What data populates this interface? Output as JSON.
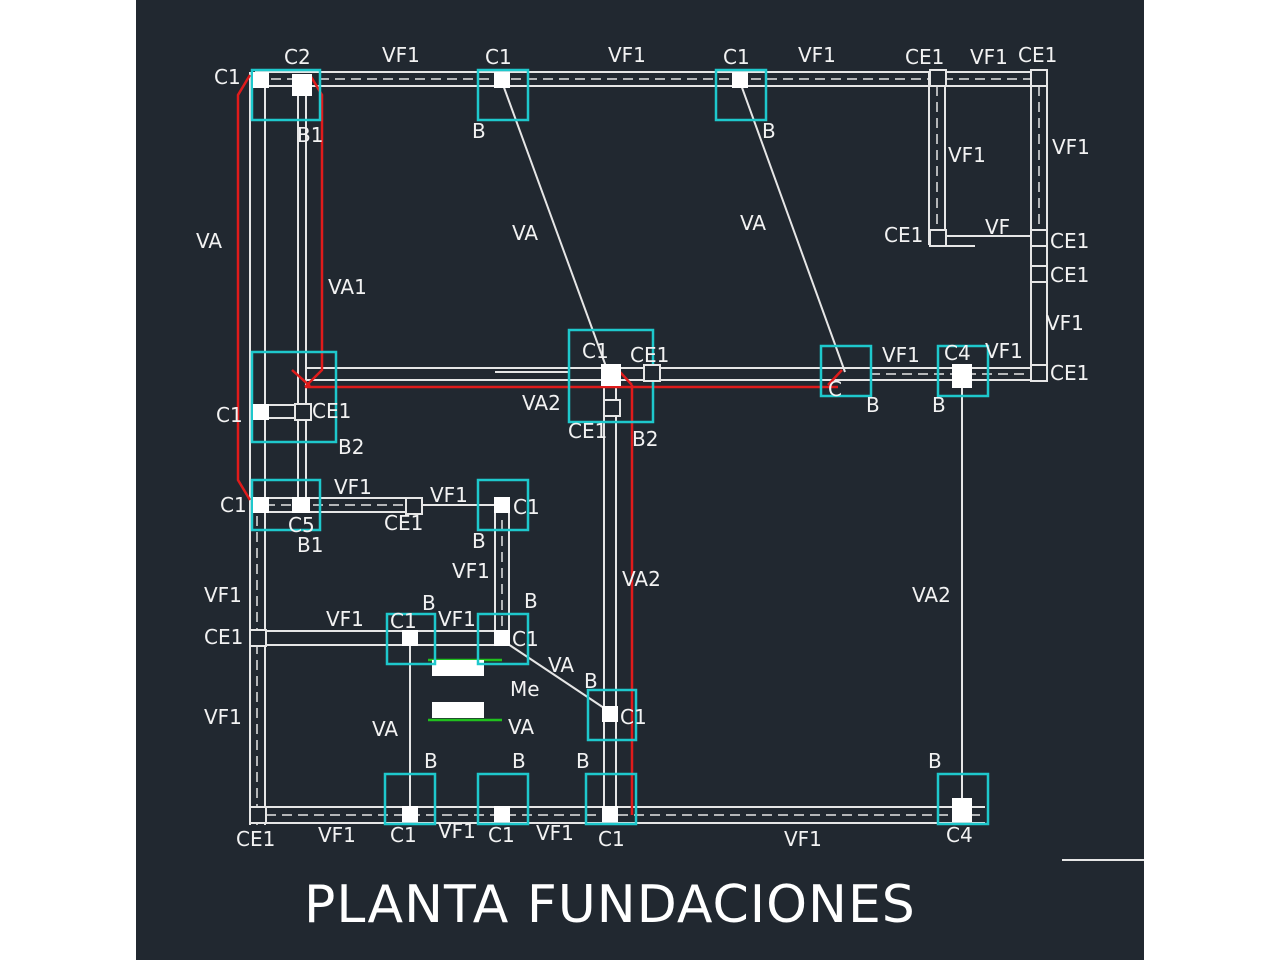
{
  "title": "PLANTA FUNDACIONES",
  "colors": {
    "background": "#212830",
    "beam": "#e6e6e6",
    "footing": "#1ec8cc",
    "tie_beam_red": "#e01b1b",
    "green": "#21c01e",
    "column": "#ffffff"
  },
  "labels": [
    {
      "id": "c1-a",
      "text": "C1"
    },
    {
      "id": "c2-a",
      "text": "C2"
    },
    {
      "id": "vf1-a",
      "text": "VF1"
    },
    {
      "id": "c1-b",
      "text": "C1"
    },
    {
      "id": "vf1-b",
      "text": "VF1"
    },
    {
      "id": "c1-c",
      "text": "C1"
    },
    {
      "id": "vf1-c",
      "text": "VF1"
    },
    {
      "id": "ce1-a",
      "text": "CE1"
    },
    {
      "id": "vf1-d",
      "text": "VF1"
    },
    {
      "id": "ce1-b",
      "text": "CE1"
    },
    {
      "id": "b1-a",
      "text": "B1"
    },
    {
      "id": "b-a",
      "text": "B"
    },
    {
      "id": "b-b",
      "text": "B"
    },
    {
      "id": "vf1-e",
      "text": "VF1"
    },
    {
      "id": "vf1-f",
      "text": "VF1"
    },
    {
      "id": "va-a",
      "text": "VA"
    },
    {
      "id": "va-b",
      "text": "VA"
    },
    {
      "id": "va-c",
      "text": "VA"
    },
    {
      "id": "ce1-c",
      "text": "CE1"
    },
    {
      "id": "vf-a",
      "text": "VF"
    },
    {
      "id": "ce1-d",
      "text": "CE1"
    },
    {
      "id": "ce1-e",
      "text": "CE1"
    },
    {
      "id": "va1-a",
      "text": "VA1"
    },
    {
      "id": "vf1-g",
      "text": "VF1"
    },
    {
      "id": "c1-d",
      "text": "C1"
    },
    {
      "id": "ce1-f",
      "text": "CE1"
    },
    {
      "id": "vf1-h",
      "text": "VF1"
    },
    {
      "id": "c4-a",
      "text": "C4"
    },
    {
      "id": "vf1-i",
      "text": "VF1"
    },
    {
      "id": "ce1-g",
      "text": "CE1"
    },
    {
      "id": "c1-e",
      "text": "C1"
    },
    {
      "id": "ce1-h",
      "text": "CE1"
    },
    {
      "id": "va2-a",
      "text": "VA2"
    },
    {
      "id": "ce1-i",
      "text": "CE1"
    },
    {
      "id": "b2-a",
      "text": "B2"
    },
    {
      "id": "c-a",
      "text": "C"
    },
    {
      "id": "b-c",
      "text": "B"
    },
    {
      "id": "b-d",
      "text": "B"
    },
    {
      "id": "b2-b",
      "text": "B2"
    },
    {
      "id": "c1-f",
      "text": "C1"
    },
    {
      "id": "vf1-j",
      "text": "VF1"
    },
    {
      "id": "vf1-k",
      "text": "VF1"
    },
    {
      "id": "c1-g",
      "text": "C1"
    },
    {
      "id": "c5-a",
      "text": "C5"
    },
    {
      "id": "ce1-j",
      "text": "CE1"
    },
    {
      "id": "b1-b",
      "text": "B1"
    },
    {
      "id": "b-e",
      "text": "B"
    },
    {
      "id": "vf1-l",
      "text": "VF1"
    },
    {
      "id": "va2-b",
      "text": "VA2"
    },
    {
      "id": "va2-c",
      "text": "VA2"
    },
    {
      "id": "vf1-m",
      "text": "VF1"
    },
    {
      "id": "vf1-n",
      "text": "VF1"
    },
    {
      "id": "b-f",
      "text": "B"
    },
    {
      "id": "b-g",
      "text": "B"
    },
    {
      "id": "ce1-k",
      "text": "CE1"
    },
    {
      "id": "c1-h",
      "text": "C1"
    },
    {
      "id": "vf1-o",
      "text": "VF1"
    },
    {
      "id": "c1-i",
      "text": "C1"
    },
    {
      "id": "va-d",
      "text": "VA"
    },
    {
      "id": "b-h",
      "text": "B"
    },
    {
      "id": "me-a",
      "text": "Me"
    },
    {
      "id": "vf1-p",
      "text": "VF1"
    },
    {
      "id": "c1-j",
      "text": "C1"
    },
    {
      "id": "va-e",
      "text": "VA"
    },
    {
      "id": "va-f",
      "text": "VA"
    },
    {
      "id": "b-i",
      "text": "B"
    },
    {
      "id": "b-j",
      "text": "B"
    },
    {
      "id": "b-k",
      "text": "B"
    },
    {
      "id": "b-l",
      "text": "B"
    },
    {
      "id": "ce1-l",
      "text": "CE1"
    },
    {
      "id": "vf1-q",
      "text": "VF1"
    },
    {
      "id": "c1-k",
      "text": "C1"
    },
    {
      "id": "vf1-r",
      "text": "VF1"
    },
    {
      "id": "c1-l",
      "text": "C1"
    },
    {
      "id": "vf1-s",
      "text": "VF1"
    },
    {
      "id": "c1-m",
      "text": "C1"
    },
    {
      "id": "vf1-t",
      "text": "VF1"
    },
    {
      "id": "c4-b",
      "text": "C4"
    }
  ]
}
